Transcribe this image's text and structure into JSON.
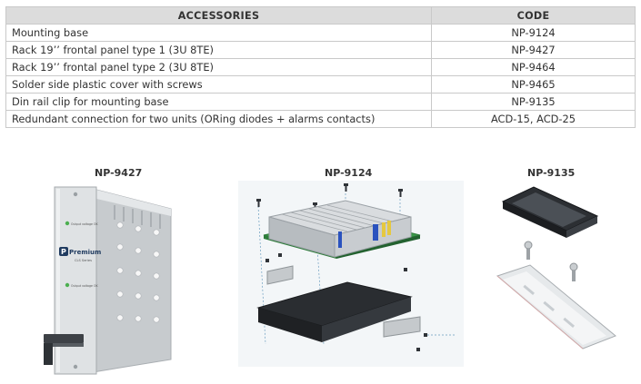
{
  "table": {
    "headers": {
      "accessories": "ACCESSORIES",
      "code": "CODE"
    },
    "rows": [
      {
        "description": "Mounting base",
        "code": "NP-9124"
      },
      {
        "description": "Rack 19’’ frontal panel type 1 (3U 8TE)",
        "code": "NP-9427"
      },
      {
        "description": "Rack 19’’ frontal panel type 2 (3U 8TE)",
        "code": "NP-9464"
      },
      {
        "description": "Solder side plastic cover with screws",
        "code": "NP-9465"
      },
      {
        "description": "Din rail clip for mounting base",
        "code": "NP-9135"
      },
      {
        "description": "Redundant connection for two units (ORing diodes + alarms contacts)",
        "code": "ACD-15, ACD-25"
      }
    ]
  },
  "products": [
    {
      "caption": "NP-9427",
      "panel": {
        "brand": "Premium",
        "series": "CLS Series",
        "label_top": "Output voltage OK",
        "label_bottom": "Output voltage OK"
      }
    },
    {
      "caption": "NP-9124"
    },
    {
      "caption": "NP-9135"
    }
  ],
  "colors": {
    "header_bg": "#dcdcdc",
    "border": "#c9c9c9",
    "pcb_green": "#3b9a4a",
    "panel_silver": "#d9dde0"
  }
}
